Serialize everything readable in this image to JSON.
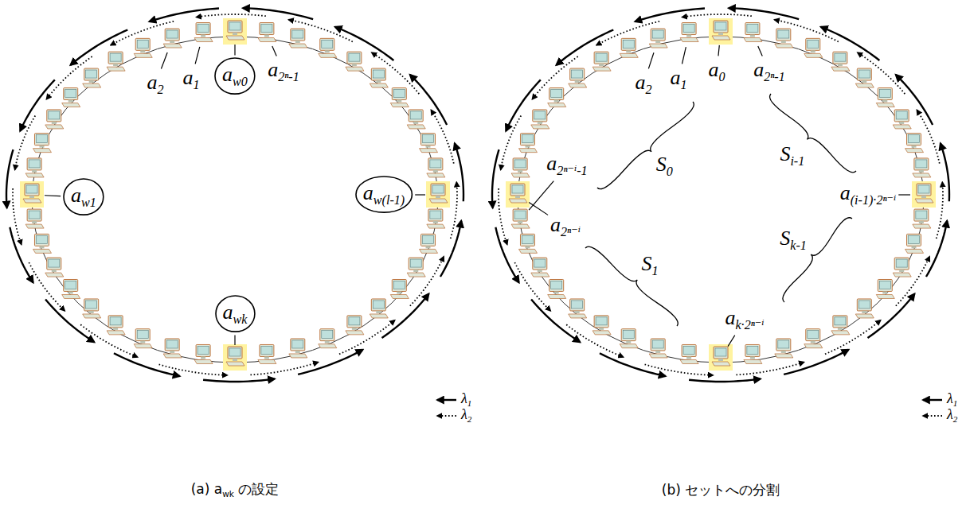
{
  "diagram": {
    "nodes": [
      {
        "text": [
          "aw0"
        ]
      },
      {
        "text": [
          "aw1"
        ]
      },
      {
        "text": [
          "aw(l-1)"
        ]
      },
      {
        "text": [
          "awk"
        ]
      }
    ],
    "labels": [
      "a2",
      "a1",
      "a2ⁿ-1",
      "(a) awk の設定",
      "a2",
      "a1",
      "a0",
      "a2ⁿ-1",
      "a2ⁿ⁻ⁱ-1",
      "S0",
      "a2ⁿ⁻ⁱ",
      "S1",
      "Si-1",
      "a(i-1)·2ⁿ⁻ⁱ",
      "Sk-1",
      "ak·2ⁿ⁻ⁱ",
      "(b) セットへの分割"
    ],
    "legend": [
      {
        "text": "λ1"
      },
      {
        "text": "λ2"
      },
      {
        "text": "λ1"
      },
      {
        "text": "λ2"
      }
    ]
  }
}
